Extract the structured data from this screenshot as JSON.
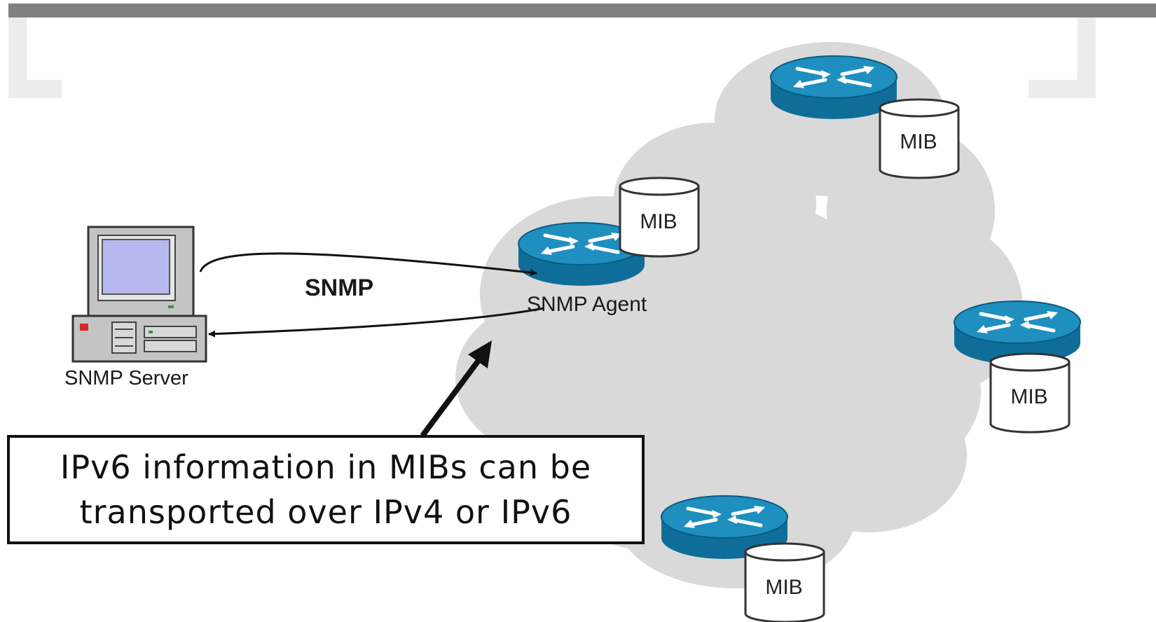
{
  "labels": {
    "protocol": "SNMP",
    "agent": "SNMP Agent",
    "server": "SNMP Server"
  },
  "mibs": [
    "MIB",
    "MIB",
    "MIB",
    "MIB"
  ],
  "callout": {
    "line1": "IPv6 information in MIBs can be",
    "line2": "transported over IPv4 or IPv6"
  },
  "colors": {
    "router_top": "#1e8fbf",
    "router_side": "#0f6e99",
    "cloud": "#d9d9d9",
    "monitor_screen": "#b8b8f0",
    "top_bar": "#808080"
  },
  "icons": [
    "computer-icon",
    "router-icon",
    "database-icon",
    "cloud-icon"
  ]
}
